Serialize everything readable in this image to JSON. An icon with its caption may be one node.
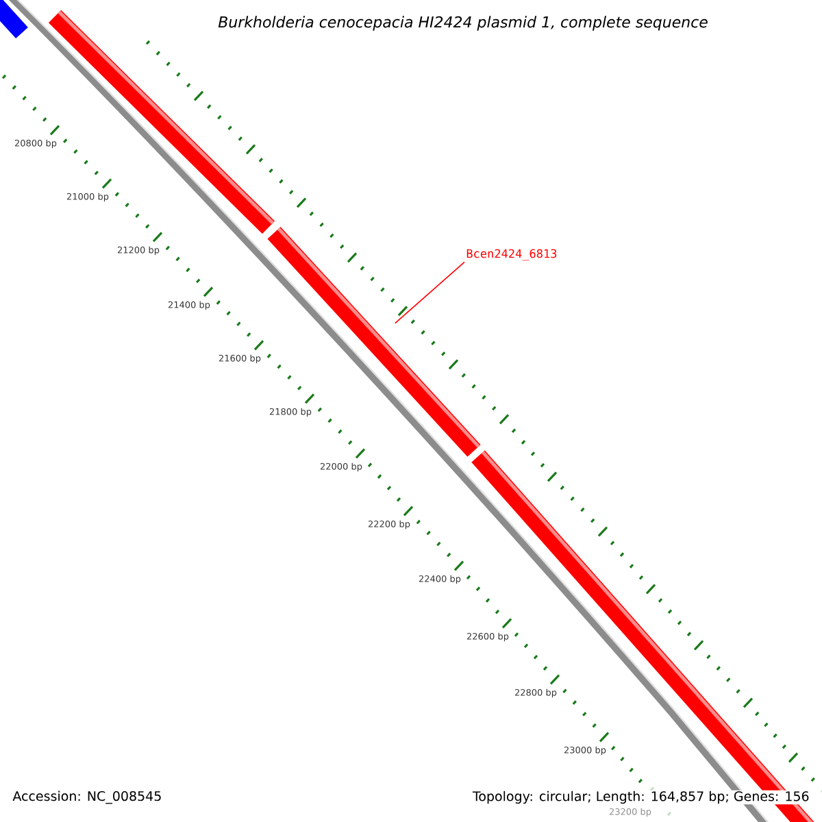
{
  "diagram": {
    "title": "*Burkholderia cenocepacia HI2424 plasmid 1, complete sequence*",
    "nodes": [
      {
        "text": [
          "Bcen2424_6813"
        ]
      },
      {
        "text": [],
        "shape": "bar"
      }
    ],
    "edges": [
      {
        "from": 0,
        "to": 1,
        "arrow": "none"
      }
    ],
    "labels": [
      "20800 bp",
      "21000 bp",
      "21200 bp",
      "21400 bp",
      "21600 bp",
      "21800 bp",
      "22000 bp",
      "22200 bp",
      "22400 bp",
      "22600 bp",
      "22800 bp",
      "23000 bp",
      "23200 bp",
      "Accession: NC_008545",
      "Topology: circular; Length: 164,857 bp; Genes: 156"
    ]
  }
}
